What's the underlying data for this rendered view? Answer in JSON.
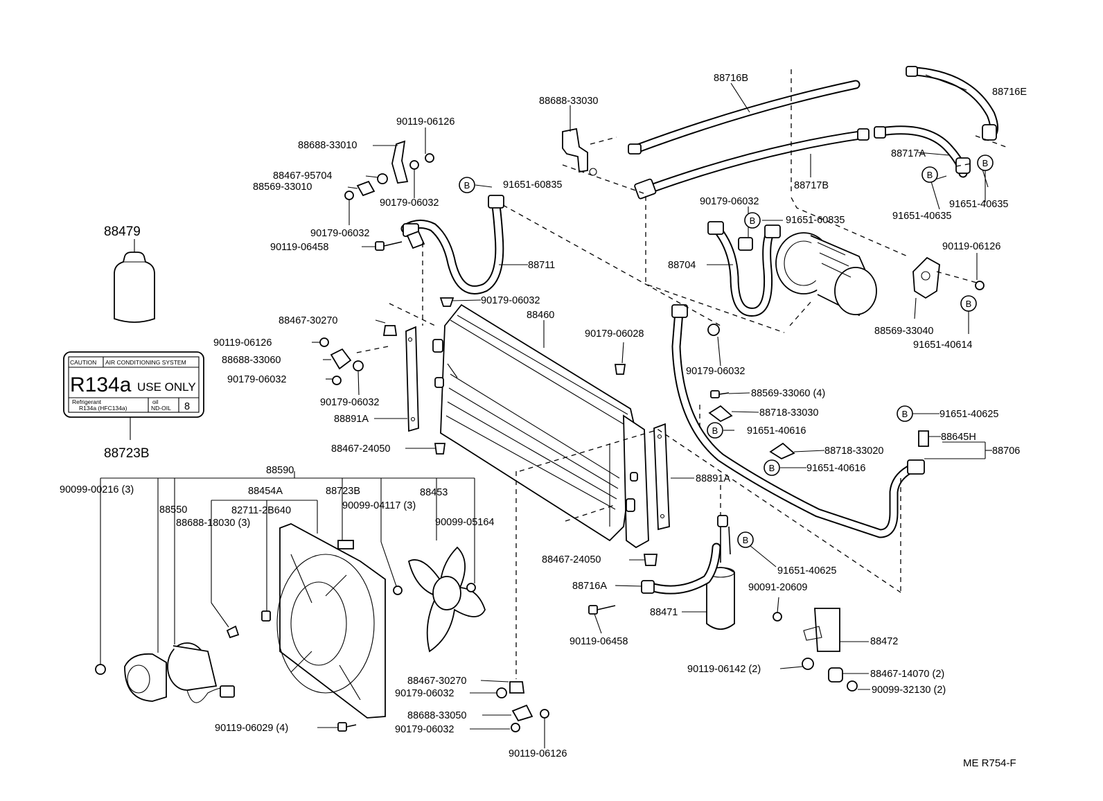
{
  "diagram_code": "ME R754-F",
  "badge_letter": "B",
  "caution_label": {
    "caution": "CAUTION",
    "system": "AIR CONDITIONING SYSTEM",
    "r134a": "R134a",
    "use_only": "USE ONLY",
    "refrigerant": "Refrigerant",
    "refrigerant_type": "R134a (HFC134a)",
    "oil": "oil",
    "oil_type": "ND-OIL",
    "oil_grade": "8"
  },
  "labels": {
    "p88479": "88479",
    "p88723B_label": "88723B",
    "p88716B": "88716B",
    "p88716E": "88716E",
    "p88688_33030": "88688-33030",
    "p88717A": "88717A",
    "p88717B": "88717B",
    "p90119_06126_a": "90119-06126",
    "p88688_33010": "88688-33010",
    "p88467_95704": "88467-95704",
    "p88569_33010": "88569-33010",
    "p90179_06032_a": "90179-06032",
    "p91651_60835_a": "91651-60835",
    "p91651_40635_a": "91651-40635",
    "p91651_40635_b": "91651-40635",
    "p90179_06032_b": "90179-06032",
    "p90119_06458_a": "90119-06458",
    "p88711": "88711",
    "p90179_06032_c": "90179-06032",
    "p91651_60835_b": "91651-60835",
    "p88704": "88704",
    "p90119_06126_b": "90119-06126",
    "p90179_06032_d": "90179-06032",
    "p88467_30270_a": "88467-30270",
    "p88460": "88460",
    "p90179_06028": "90179-06028",
    "p88569_33040": "88569-33040",
    "p91651_40614": "91651-40614",
    "p90119_06126_c": "90119-06126",
    "p88688_33060": "88688-33060",
    "p90179_06032_e": "90179-06032",
    "p90179_06032_f": "90179-06032",
    "p90179_06032_g": "90179-06032",
    "p88891A_a": "88891A",
    "p88569_33060": "88569-33060 (4)",
    "p88718_33030": "88718-33030",
    "p91651_40616_a": "91651-40616",
    "p91651_40625_a": "91651-40625",
    "p88645H": "88645H",
    "p88706": "88706",
    "p88718_33020": "88718-33020",
    "p91651_40616_b": "91651-40616",
    "p88467_24050_a": "88467-24050",
    "p88590": "88590",
    "p90099_00216": "90099-00216 (3)",
    "p88454A": "88454A",
    "p88550": "88550",
    "p82711_2B640": "82711-2B640",
    "p88688_18030": "88688-18030 (3)",
    "p88723B_b": "88723B",
    "p90099_04117": "90099-04117 (3)",
    "p88453": "88453",
    "p90099_05164": "90099-05164",
    "p88891A_b": "88891A",
    "p88467_24050_b": "88467-24050",
    "p91651_40625_b": "91651-40625",
    "p88716A": "88716A",
    "p90091_20609": "90091-20609",
    "p88471": "88471",
    "p90119_06458_b": "90119-06458",
    "p88472": "88472",
    "p90119_06142": "90119-06142 (2)",
    "p88467_14070": "88467-14070 (2)",
    "p90099_32130": "90099-32130 (2)",
    "p88467_30270_b": "88467-30270",
    "p90179_06032_h": "90179-06032",
    "p88688_33050": "88688-33050",
    "p90179_06032_i": "90179-06032",
    "p90119_06029": "90119-06029 (4)",
    "p90119_06126_d": "90119-06126"
  }
}
